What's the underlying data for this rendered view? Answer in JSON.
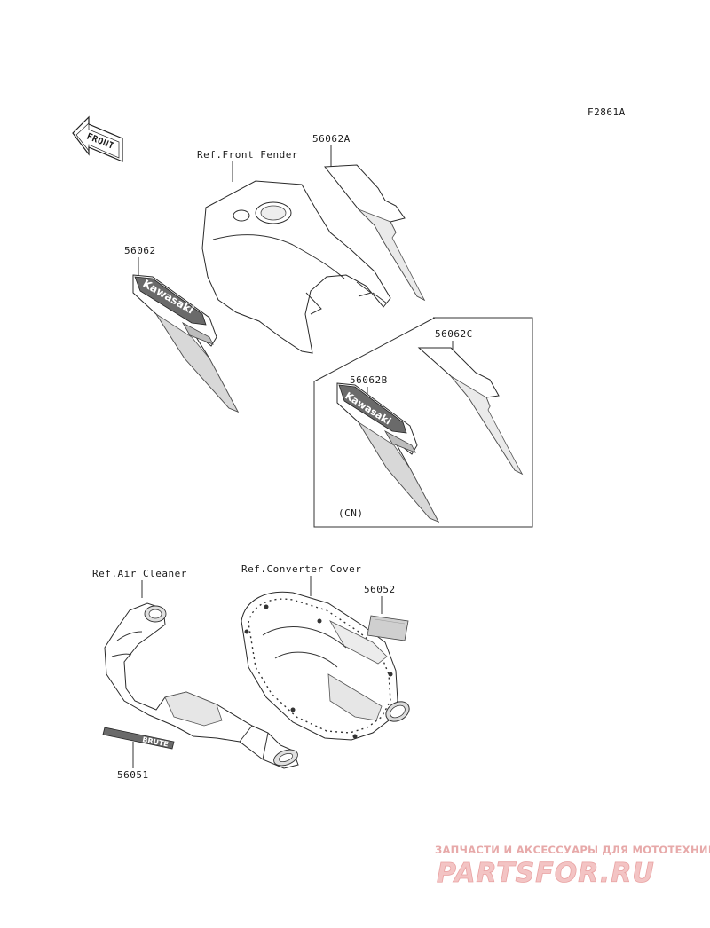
{
  "diagram": {
    "code": "F2861A",
    "front_arrow": "FRONT",
    "labels": {
      "ref_front_fender": "Ref.Front Fender",
      "p56062A": "56062A",
      "p56062": "56062",
      "p56062C": "56062C",
      "p56062B": "56062B",
      "cn": "(CN)",
      "ref_air_cleaner": "Ref.Air Cleaner",
      "ref_converter_cover": "Ref.Converter Cover",
      "p56052": "56052",
      "p56051": "56051"
    },
    "decal_text": {
      "brand": "Kawasaki",
      "model": "BRUTE",
      "small": "BRUTE"
    }
  },
  "watermark": {
    "tagline": "ЗАПЧАСТИ И АКСЕССУАРЫ ДЛЯ МОТОТЕХНИКИ",
    "brand": "PARTSFOR.RU",
    "colors": {
      "primary": "#e9a3a3",
      "fill": "#f3c4c4"
    }
  }
}
